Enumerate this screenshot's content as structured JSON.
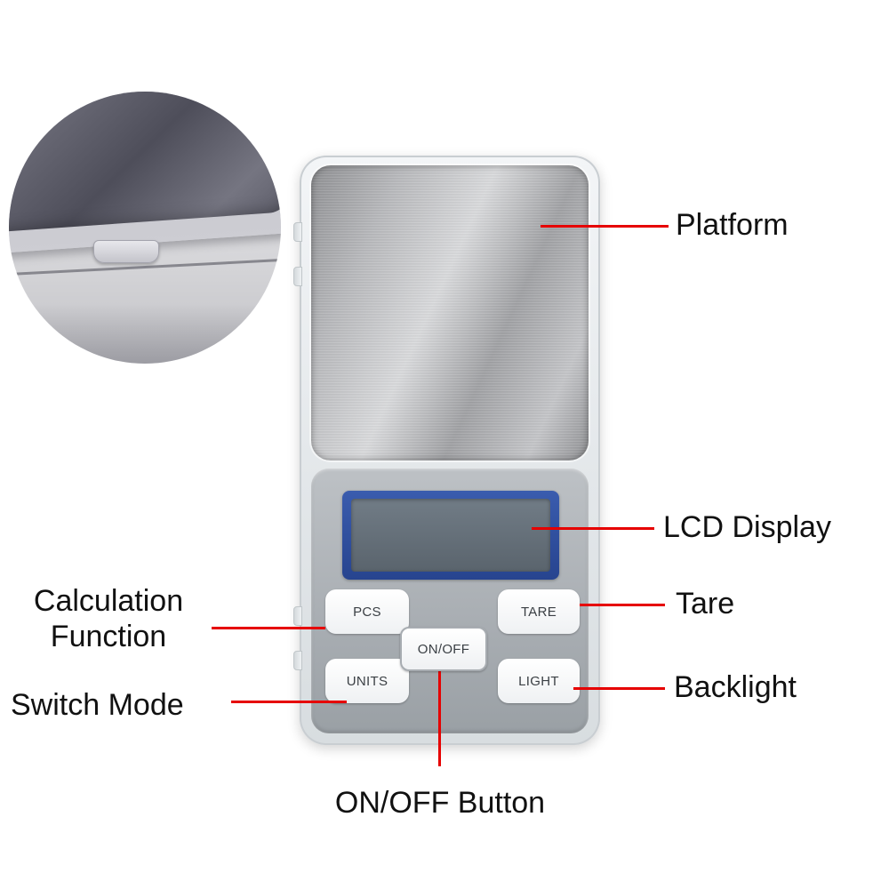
{
  "annotations": {
    "platform": {
      "label": "Platform"
    },
    "lcd_display": {
      "label": "LCD Display"
    },
    "tare": {
      "label": "Tare"
    },
    "backlight": {
      "label": "Backlight"
    },
    "calculation_function": {
      "line1": "Calculation",
      "line2": "Function"
    },
    "switch_mode": {
      "label": "Switch Mode"
    },
    "on_off_button": {
      "label": "ON/OFF Button"
    }
  },
  "device": {
    "buttons": {
      "pcs": "PCS",
      "tare": "TARE",
      "on_off": "ON/OFF",
      "units": "UNITS",
      "light": "LIGHT"
    }
  },
  "colors": {
    "annotation_line": "#e60000",
    "label_text": "#111111",
    "lcd_frame_blue": "#2e4d9e",
    "lcd_screen_gray": "#5f6a74",
    "platform_steel": "#b7b8bb",
    "body_gray": "#a8adb2"
  }
}
